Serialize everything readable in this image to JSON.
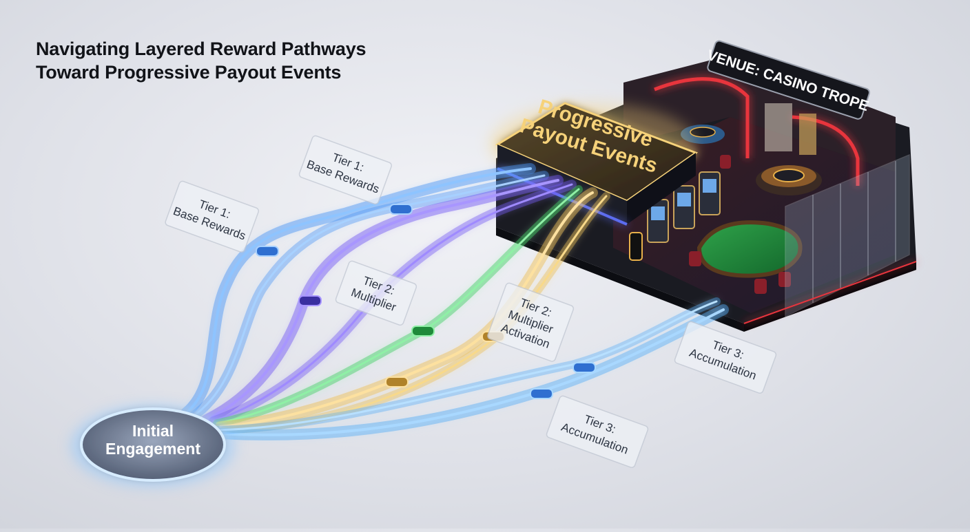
{
  "title": {
    "line1": "Navigating Layered Reward Pathways",
    "line2": "Toward Progressive Payout Events"
  },
  "start_node": {
    "line1": "Initial",
    "line2": "Engagement"
  },
  "goal": {
    "line1": "Progressive",
    "line2": "Payout Events"
  },
  "venue_sign": "VENUE: CASINO TROPE",
  "labels": [
    {
      "line1": "Tier 1:",
      "line2": "Base Rewards",
      "line3": ""
    },
    {
      "line1": "Tier 1:",
      "line2": "Base Rewards",
      "line3": ""
    },
    {
      "line1": "Tier 2:",
      "line2": "Multiplier",
      "line3": ""
    },
    {
      "line1": "Tier 2:",
      "line2": "Multiplier",
      "line3": "Activation"
    },
    {
      "line1": "Tier 3:",
      "line2": "Accumulation",
      "line3": ""
    },
    {
      "line1": "Tier 3:",
      "line2": "Accumulation",
      "line3": ""
    }
  ],
  "colors": {
    "tier1": "#3f8cf2",
    "tier2_purple": "#6b4ff0",
    "tier2_green": "#35c85a",
    "tier2_gold": "#e9b84a",
    "tier3": "#4aa6f5",
    "neon_red": "#e8343c",
    "gold_text": "#f6d27a"
  }
}
